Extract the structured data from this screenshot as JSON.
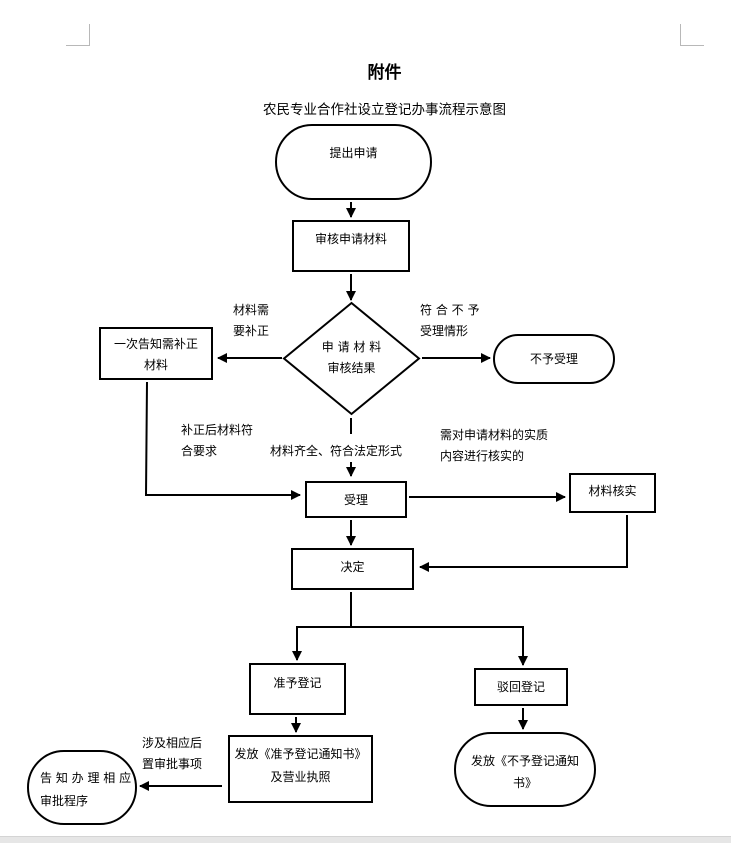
{
  "document": {
    "attachment_label": "附件",
    "diagram_title": "农民专业合作社设立登记办事流程示意图"
  },
  "nodes": {
    "submit": {
      "shape": "terminal",
      "lines": [
        "提出申请"
      ]
    },
    "review": {
      "shape": "process",
      "lines": [
        "审核申请材料"
      ]
    },
    "result": {
      "shape": "decision",
      "lines": [
        "申 请 材 料",
        "审核结果"
      ]
    },
    "notify_correction": {
      "shape": "process",
      "lines": [
        "一次告知需补正",
        "材料"
      ]
    },
    "reject_accept": {
      "shape": "terminal",
      "lines": [
        "不予受理"
      ]
    },
    "accept": {
      "shape": "process",
      "lines": [
        "受理"
      ]
    },
    "verify": {
      "shape": "process",
      "lines": [
        "材料核实"
      ]
    },
    "decide": {
      "shape": "process",
      "lines": [
        "决定"
      ]
    },
    "approve": {
      "shape": "process",
      "lines": [
        "准予登记"
      ]
    },
    "deny": {
      "shape": "process",
      "lines": [
        "驳回登记"
      ]
    },
    "issue_approval": {
      "shape": "process",
      "lines": [
        "发放《准予登记通知书》",
        "及营业执照"
      ]
    },
    "issue_denial": {
      "shape": "terminal",
      "lines": [
        "发放《不予登记通知",
        "书》"
      ]
    },
    "inform_procedure": {
      "shape": "terminal",
      "lines": [
        "告 知 办 理 相 应",
        "审批程序"
      ]
    }
  },
  "edge_labels": {
    "needs_correction": [
      "材料需",
      "要补正"
    ],
    "not_acceptable": [
      "符 合 不 予",
      "受理情形"
    ],
    "corrected_ok": [
      "补正后材料符",
      "合要求"
    ],
    "complete_legal": [
      "材料齐全、符合法定形式"
    ],
    "needs_verification": [
      "需对申请材料的实质",
      "内容进行核实的"
    ],
    "post_approval": [
      "涉及相应后",
      "置审批事项"
    ]
  },
  "edges": [
    {
      "from": "submit",
      "to": "review"
    },
    {
      "from": "review",
      "to": "result"
    },
    {
      "from": "result",
      "to": "notify_correction",
      "label": "needs_correction"
    },
    {
      "from": "result",
      "to": "reject_accept",
      "label": "not_acceptable"
    },
    {
      "from": "result",
      "to": "accept",
      "label": "complete_legal"
    },
    {
      "from": "notify_correction",
      "to": "accept",
      "label": "corrected_ok"
    },
    {
      "from": "accept",
      "to": "verify",
      "label": "needs_verification"
    },
    {
      "from": "accept",
      "to": "decide"
    },
    {
      "from": "verify",
      "to": "decide"
    },
    {
      "from": "decide",
      "to": "approve"
    },
    {
      "from": "decide",
      "to": "deny"
    },
    {
      "from": "approve",
      "to": "issue_approval"
    },
    {
      "from": "deny",
      "to": "issue_denial"
    },
    {
      "from": "issue_approval",
      "to": "inform_procedure",
      "label": "post_approval"
    }
  ]
}
